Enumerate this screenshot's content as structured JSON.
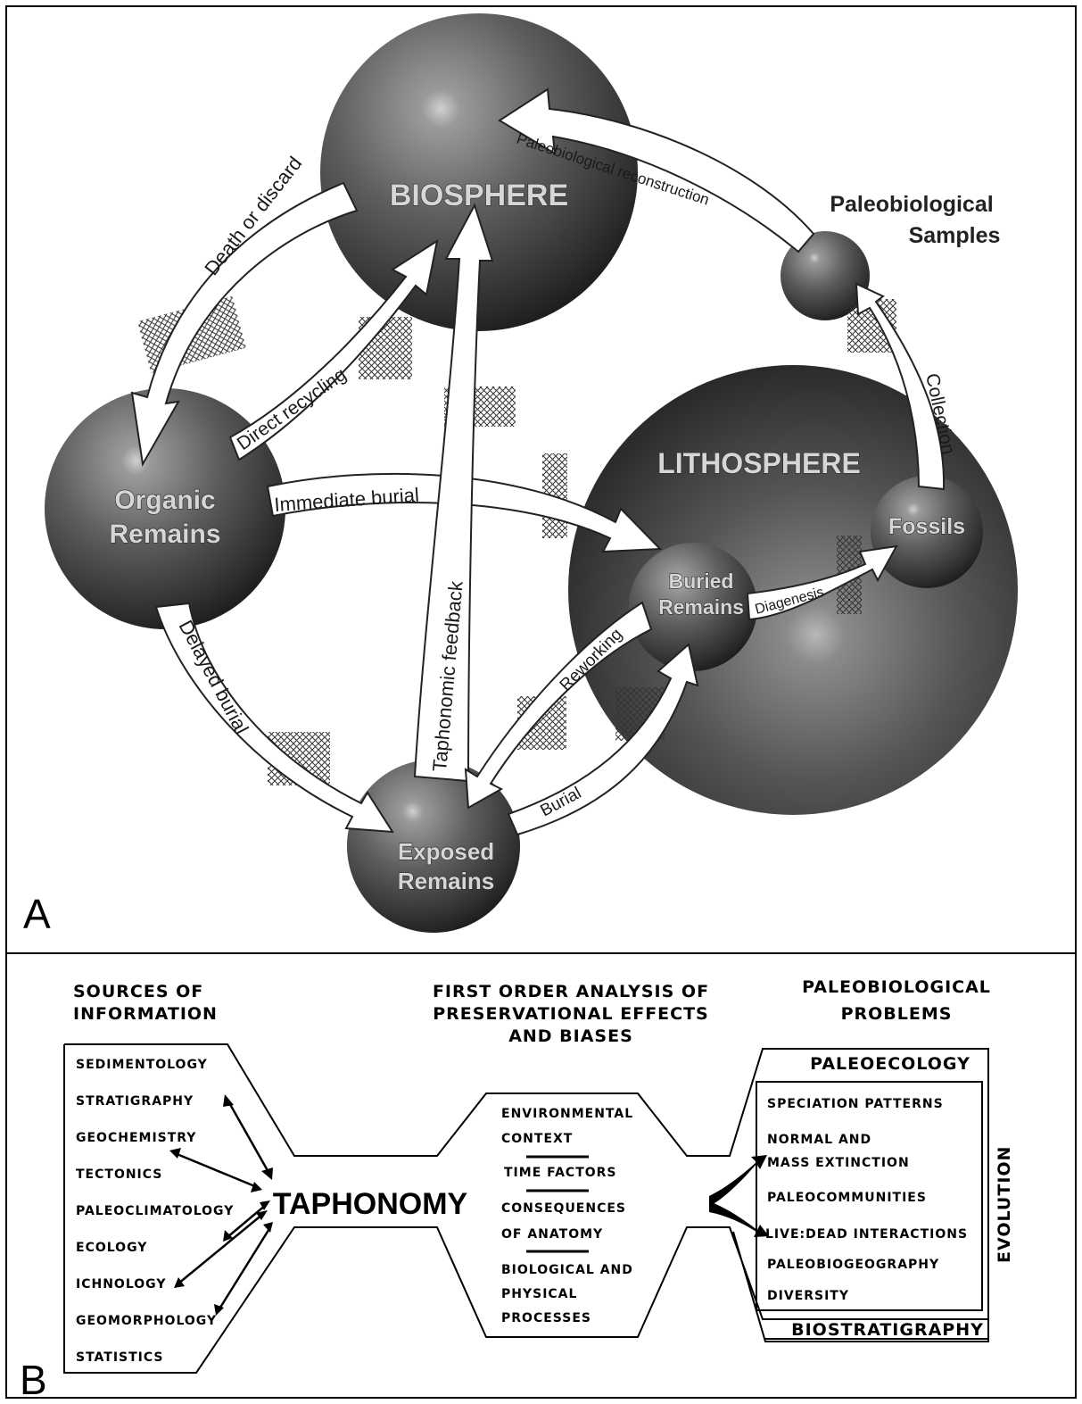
{
  "panel_a": {
    "letter": "A",
    "spheres": {
      "biosphere": "BIOSPHERE",
      "lithosphere": "LITHOSPHERE",
      "organic_remains": [
        "Organic",
        "Remains"
      ],
      "exposed_remains": [
        "Exposed",
        "Remains"
      ],
      "buried_remains": [
        "Buried",
        "Remains"
      ],
      "fossils": "Fossils",
      "paleobiological_samples": [
        "Paleobiological",
        "Samples"
      ]
    },
    "arrows": {
      "death_or_discard": "Death or discard",
      "direct_recycling": "Direct recycling",
      "immediate_burial": "Immediate burial",
      "taphonomic_feedback": "Taphonomic feedback",
      "delayed_burial": "Delayed burial",
      "reworking": "Reworking",
      "burial": "Burial",
      "diagenesis": "Diagenesis",
      "collection": "Collection",
      "paleobiological_reconstruction": "Paleobiological reconstruction"
    }
  },
  "panel_b": {
    "letter": "B",
    "headings": {
      "sources": [
        "SOURCES OF",
        "INFORMATION"
      ],
      "analysis": [
        "FIRST ORDER ANALYSIS OF",
        "PRESERVATIONAL EFFECTS",
        "AND BIASES"
      ],
      "problems": [
        "PALEOBIOLOGICAL",
        "PROBLEMS"
      ]
    },
    "sources": [
      "SEDIMENTOLOGY",
      "STRATIGRAPHY",
      "GEOCHEMISTRY",
      "TECTONICS",
      "PALEOCLIMATOLOGY",
      "ECOLOGY",
      "ICHNOLOGY",
      "GEOMORPHOLOGY",
      "STATISTICS"
    ],
    "center": "TAPHONOMY",
    "analysis_items": [
      [
        "ENVIRONMENTAL",
        "CONTEXT"
      ],
      [
        "TIME FACTORS"
      ],
      [
        "CONSEQUENCES",
        "OF ANATOMY"
      ],
      [
        "BIOLOGICAL AND",
        "PHYSICAL",
        "PROCESSES"
      ]
    ],
    "paleoecology": "PALEOECOLOGY",
    "evolution": "EVOLUTION",
    "biostratigraphy": "BIOSTRATIGRAPHY",
    "problems": [
      [
        "SPECIATION PATTERNS"
      ],
      [
        "NORMAL AND",
        "MASS EXTINCTION"
      ],
      [
        "PALEOCOMMUNITIES"
      ],
      [
        "LIVE:DEAD INTERACTIONS"
      ],
      [
        "PALEOBIOGEOGRAPHY"
      ],
      [
        "DIVERSITY"
      ]
    ]
  }
}
